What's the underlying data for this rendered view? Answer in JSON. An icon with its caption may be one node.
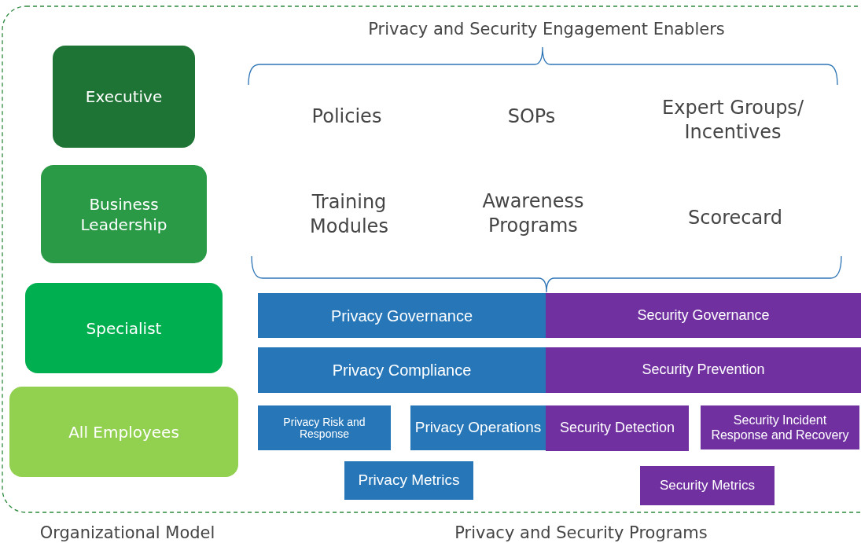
{
  "diagram": {
    "nodes": [
      {
        "text": [
          "Executive"
        ]
      },
      {
        "text": [
          "Business Leadership"
        ]
      },
      {
        "text": [
          "Specialist"
        ]
      },
      {
        "text": [
          "All Employees"
        ]
      },
      {
        "text": [
          "Privacy Governance"
        ]
      },
      {
        "text": [
          "Security Governance"
        ]
      },
      {
        "text": [
          "Privacy Compliance"
        ]
      },
      {
        "text": [
          "Security Prevention"
        ]
      },
      {
        "text": [
          "Privacy Risk and Response"
        ]
      },
      {
        "text": [
          "Privacy Operations"
        ]
      },
      {
        "text": [
          "Security Detection"
        ]
      },
      {
        "text": [
          "Security Incident Response and Recovery"
        ]
      },
      {
        "text": [
          "Privacy Metrics"
        ]
      },
      {
        "text": [
          "Security Metrics"
        ]
      }
    ],
    "edges": [],
    "labels": [
      "Privacy and Security Engagement Enablers",
      "Policies",
      "SOPs",
      "Expert Groups/ Incentives",
      "Training Modules",
      "Awareness Programs",
      "Scorecard",
      "Organizational Model",
      "Privacy and Security Programs"
    ]
  }
}
